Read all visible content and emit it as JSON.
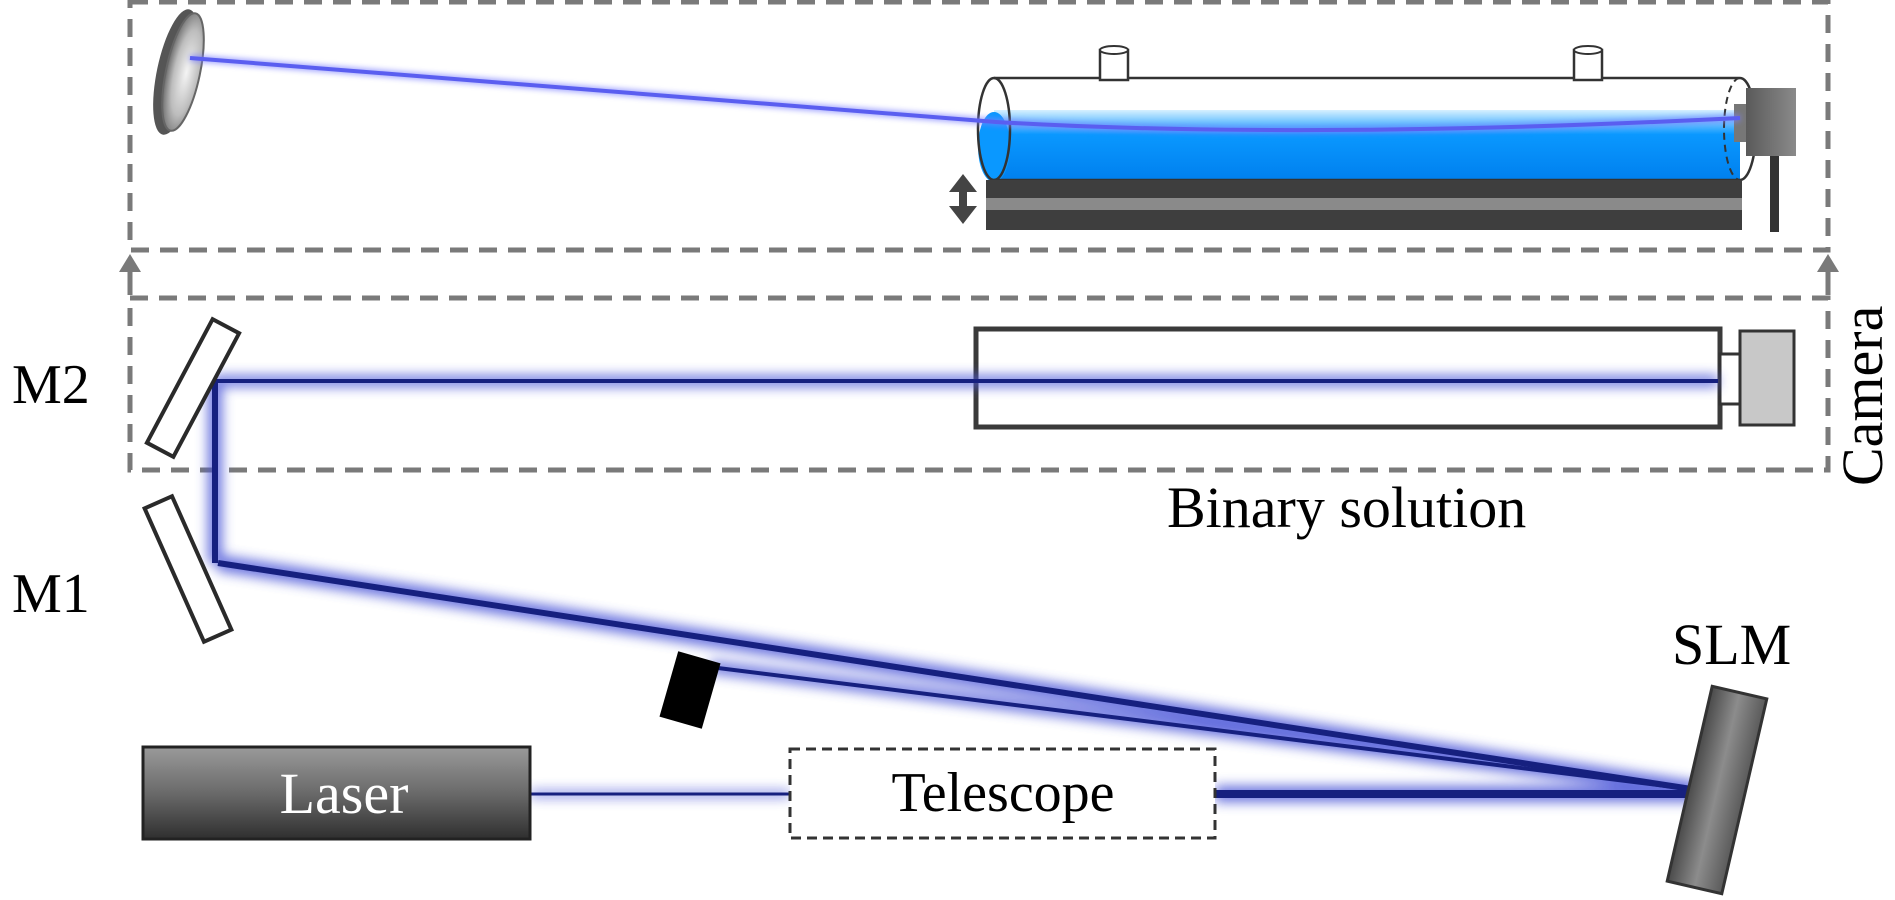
{
  "labels": {
    "m2": "M2",
    "m1": "M1",
    "camera": "Camera",
    "binary_solution": "Binary solution",
    "slm": "SLM",
    "laser": "Laser",
    "telescope": "Telescope"
  },
  "colors": {
    "beam": "#16207f",
    "beam_glow": "#4b56d8",
    "beam_side_view": "#5a5ef0",
    "liquid": "#0090ff",
    "panel_dash": "#7a7a7a",
    "outline": "#333333"
  }
}
